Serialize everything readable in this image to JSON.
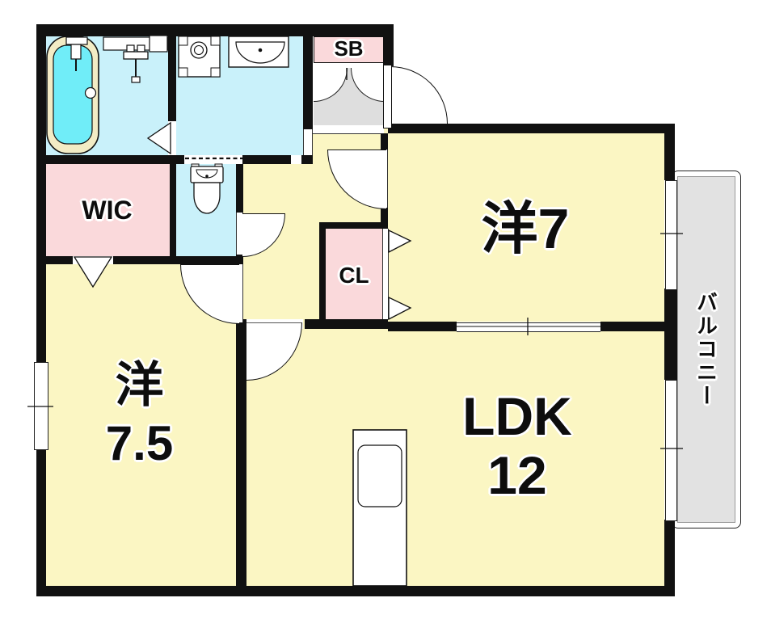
{
  "floorplan": {
    "rooms": {
      "western7": {
        "label": "洋7"
      },
      "western75": {
        "line1": "洋",
        "line2": "7.5"
      },
      "ldk": {
        "line1": "LDK",
        "line2": "12"
      },
      "wic": {
        "label": "WIC"
      },
      "closet": {
        "label": "CL"
      },
      "shoebox": {
        "label": "SB"
      },
      "balcony": {
        "label": "バルコニー"
      }
    },
    "colors": {
      "wall": "#111111",
      "room_yellow": "#fbf6c3",
      "wet_area_cyan": "#c9f1fa",
      "storage_pink": "#fad9db",
      "entry_gray": "#dedede",
      "balcony_gray": "#e2e2e2",
      "bath_water": "#70edf8",
      "bath_rim": "#f3ecc5"
    }
  }
}
